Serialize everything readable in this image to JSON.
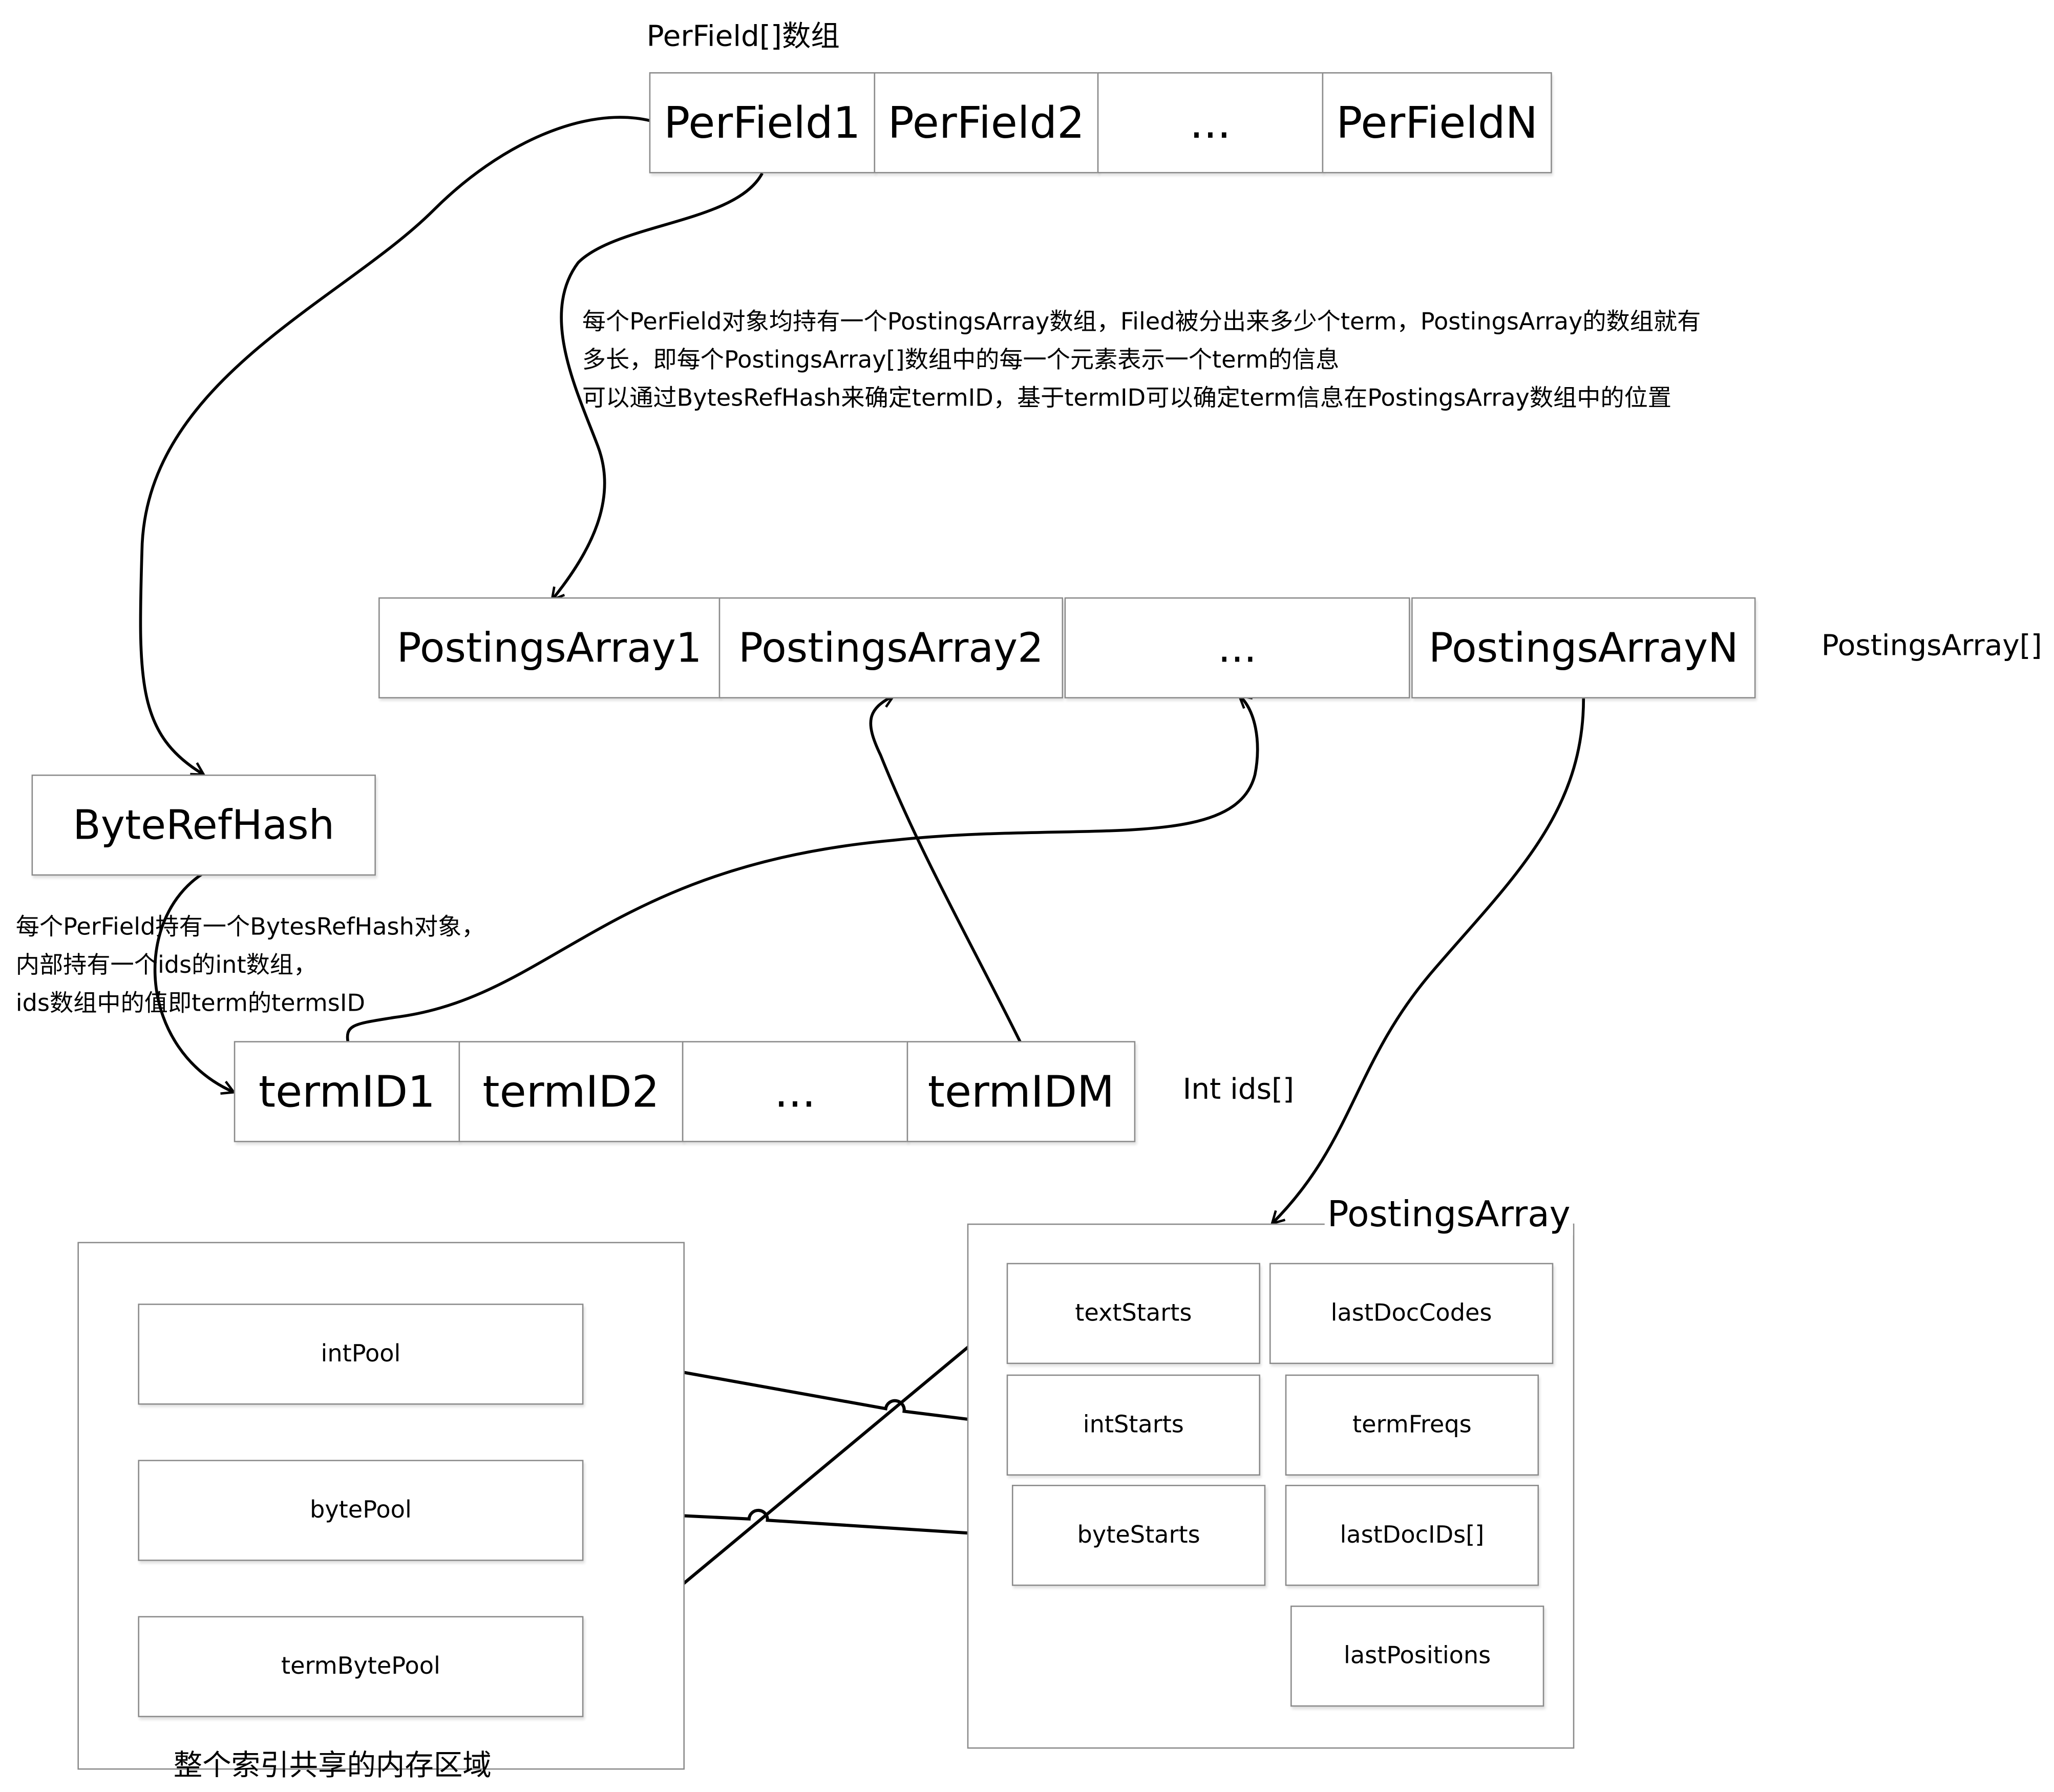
{
  "perfield_array": {
    "label": "PerField[]数组",
    "cells": [
      "PerField1",
      "PerField2",
      "...",
      "PerFieldN"
    ]
  },
  "perfield_note": {
    "lines": [
      "每个PerField对象均持有一个PostingsArray数组，Filed被分出来多少个term，PostingsArray的数组就有",
      "多长，即每个PostingsArray[]数组中的每一个元素表示一个term的信息",
      "可以通过BytesRefHash来确定termID，基于termID可以确定term信息在PostingsArray数组中的位置"
    ]
  },
  "postings_array_list": {
    "cells": [
      "PostingsArray1",
      "PostingsArray2",
      "...",
      "PostingsArrayN"
    ],
    "label": "PostingsArray[]"
  },
  "byte_ref_hash": {
    "label": "ByteRefHash",
    "note_lines": [
      "每个PerField持有一个BytesRefHash对象，",
      "内部持有一个ids的int数组，",
      "ids数组中的值即term的termsID"
    ]
  },
  "term_ids": {
    "cells": [
      "termID1",
      "termID2",
      "...",
      "termIDM"
    ],
    "label": "Int ids[]"
  },
  "memory_region": {
    "pools": [
      "intPool",
      "bytePool",
      "termBytePool"
    ],
    "caption": "整个索引共享的内存区域"
  },
  "postings_array": {
    "title": "PostingsArray",
    "left_fields": [
      "textStarts",
      "intStarts",
      "byteStarts"
    ],
    "right_fields": [
      "lastDocCodes",
      "termFreqs",
      "lastDocIDs[]",
      "lastPositions"
    ]
  }
}
